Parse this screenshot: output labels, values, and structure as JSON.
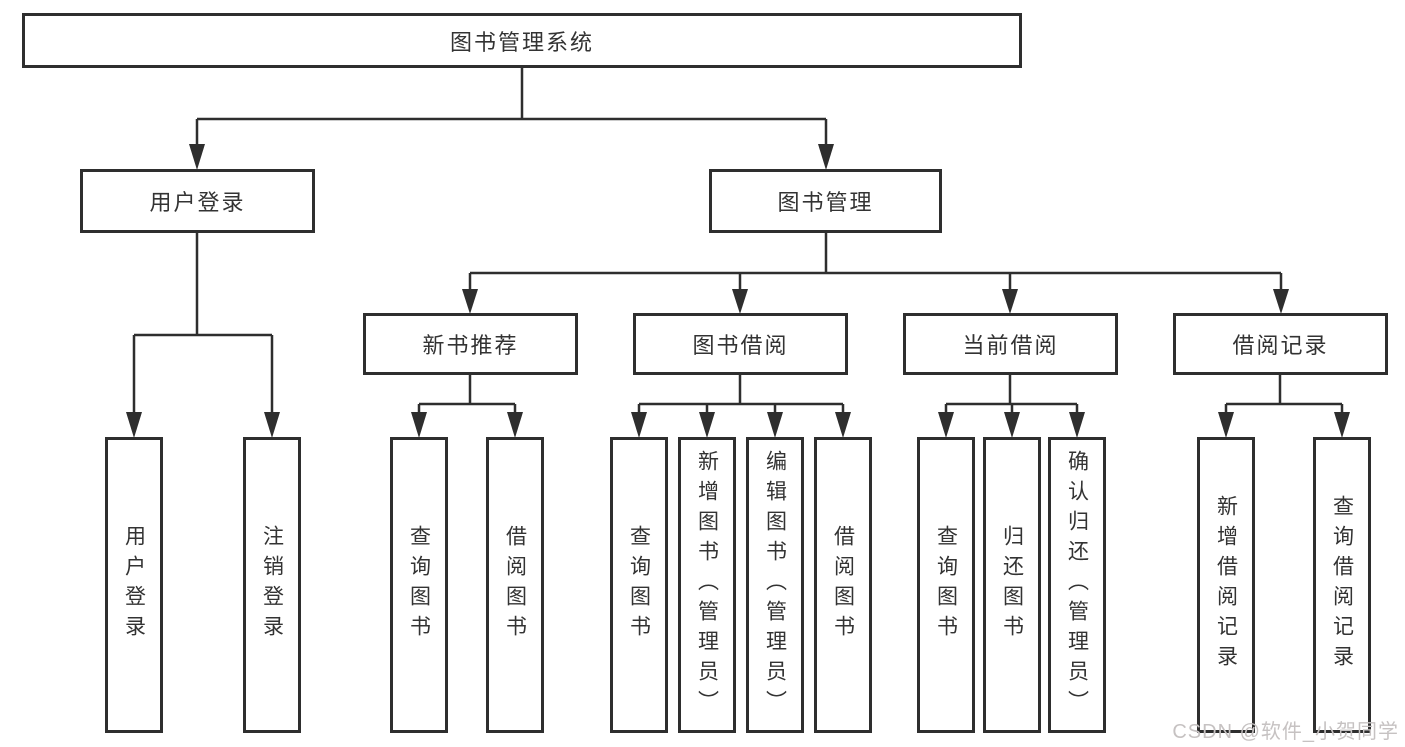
{
  "diagram": {
    "type": "tree-diagram",
    "colors": {
      "line": "#2e2e2e",
      "box_border": "#2e2e2e",
      "text": "#333333",
      "background": "#ffffff",
      "watermark": "#c6c2c2"
    },
    "tree": {
      "root": {
        "label": "图书管理系统"
      },
      "login": {
        "label": "用户登录",
        "children": [
          {
            "label": "用户登录"
          },
          {
            "label": "注销登录"
          }
        ]
      },
      "management": {
        "label": "图书管理",
        "sections": [
          {
            "label": "新书推荐",
            "children": [
              {
                "label": "查询图书"
              },
              {
                "label": "借阅图书"
              }
            ]
          },
          {
            "label": "图书借阅",
            "children": [
              {
                "label": "查询图书"
              },
              {
                "label": "新增图书（管理员）"
              },
              {
                "label": "编辑图书（管理员）"
              },
              {
                "label": "借阅图书"
              }
            ]
          },
          {
            "label": "当前借阅",
            "children": [
              {
                "label": "查询图书"
              },
              {
                "label": "归还图书"
              },
              {
                "label": "确认归还（管理员）"
              }
            ]
          },
          {
            "label": "借阅记录",
            "children": [
              {
                "label": "新增借阅记录"
              },
              {
                "label": "查询借阅记录"
              }
            ]
          }
        ]
      }
    },
    "watermark": {
      "text": "CSDN @软件_小贺同学"
    }
  }
}
